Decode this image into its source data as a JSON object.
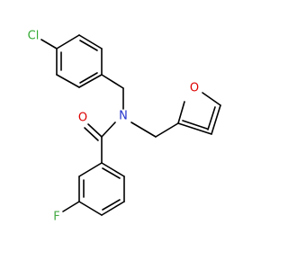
{
  "structure": {
    "atoms": {
      "cl": {
        "symbol": "Cl",
        "color": "#33aa33"
      },
      "o_carbonyl": {
        "symbol": "O",
        "color": "#dd0000"
      },
      "n": {
        "symbol": "N",
        "color": "#2233cc"
      },
      "o_furan": {
        "symbol": "O",
        "color": "#dd0000"
      },
      "f": {
        "symbol": "F",
        "color": "#44aa44"
      }
    },
    "bond_color": "#000000"
  }
}
